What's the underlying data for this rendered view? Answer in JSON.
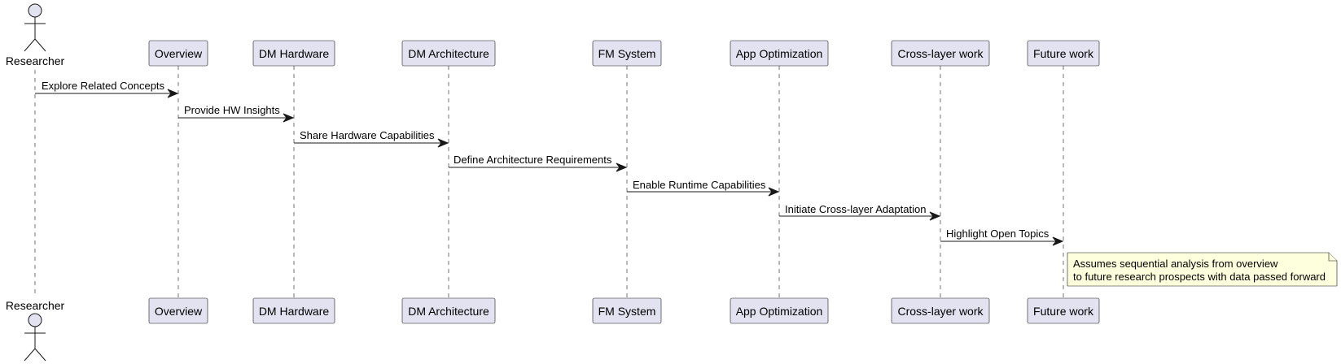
{
  "diagram": {
    "type": "sequence",
    "actor": {
      "name": "Researcher"
    },
    "participants": [
      {
        "id": "overview",
        "name": "Overview"
      },
      {
        "id": "dm-hardware",
        "name": "DM Hardware"
      },
      {
        "id": "dm-architecture",
        "name": "DM Architecture"
      },
      {
        "id": "fm-system",
        "name": "FM System"
      },
      {
        "id": "app-optimization",
        "name": "App Optimization"
      },
      {
        "id": "cross-layer-work",
        "name": "Cross-layer work"
      },
      {
        "id": "future-work",
        "name": "Future work"
      }
    ],
    "messages": [
      {
        "from": "researcher",
        "to": "overview",
        "label": "Explore Related Concepts"
      },
      {
        "from": "overview",
        "to": "dm-hardware",
        "label": "Provide HW Insights"
      },
      {
        "from": "dm-hardware",
        "to": "dm-architecture",
        "label": "Share Hardware Capabilities"
      },
      {
        "from": "dm-architecture",
        "to": "fm-system",
        "label": "Define Architecture Requirements"
      },
      {
        "from": "fm-system",
        "to": "app-optimization",
        "label": "Enable Runtime Capabilities"
      },
      {
        "from": "app-optimization",
        "to": "cross-layer-work",
        "label": "Initiate Cross-layer Adaptation"
      },
      {
        "from": "cross-layer-work",
        "to": "future-work",
        "label": "Highlight Open Topics"
      }
    ],
    "note": {
      "attached_to": "future-work",
      "side": "right",
      "lines": [
        "Assumes sequential analysis from overview",
        "to future research prospects with data passed forward"
      ]
    }
  }
}
